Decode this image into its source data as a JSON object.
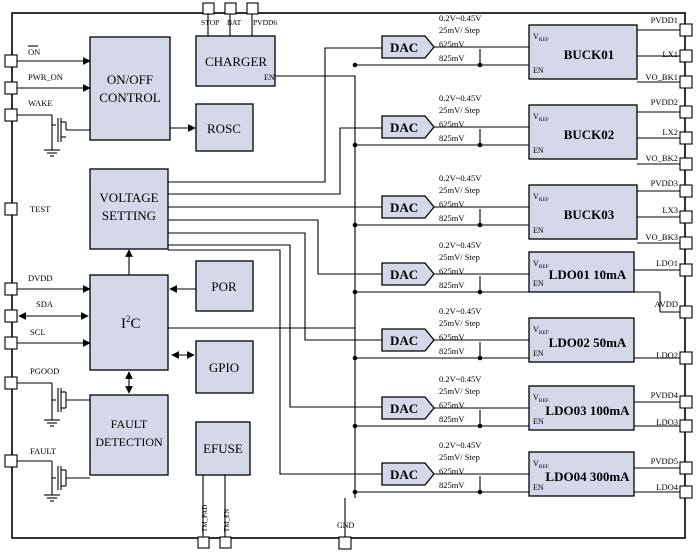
{
  "blocks": {
    "onoff_1": "ON/OFF",
    "onoff_2": "CONTROL",
    "charger": "CHARGER",
    "charger_en": "EN",
    "rosc": "ROSC",
    "vs_1": "VOLTAGE",
    "vs_2": "SETTING",
    "i2c": "I",
    "i2c_sup": "2",
    "i2c_c": "C",
    "por": "POR",
    "gpio": "GPIO",
    "fault_1": "FAULT",
    "fault_2": "DETECTION",
    "efuse": "EFUSE"
  },
  "left_pins": {
    "on": "ON",
    "pwr_on": "PWR_ON",
    "wake": "WAKE",
    "test": "TEST",
    "dvdd": "DVDD",
    "sda": "SDA",
    "scl": "SCL",
    "pgood": "PGOOD",
    "fault": "FAULT"
  },
  "top_pins": {
    "stop": "STOP",
    "bat": "BAT",
    "pvdd6": "PVDD6"
  },
  "bottom_pins": {
    "tm_pad": "TM_PAD",
    "tm_en": "TM_EN",
    "gnd": "GND"
  },
  "dac_label": "DAC",
  "dac_text": {
    "range": "0.2V~0.45V",
    "step": "25mV/ Step",
    "v625": "625mV",
    "v825": "825mV"
  },
  "vref": "V",
  "vref_sub": "REF",
  "en": "EN",
  "regulators": [
    {
      "name": "BUCK01",
      "pins": [
        "PVDD1",
        "LX1",
        "VO_BK1"
      ]
    },
    {
      "name": "BUCK02",
      "pins": [
        "PVDD2",
        "LX2",
        "VO_BK2"
      ]
    },
    {
      "name": "BUCK03",
      "pins": [
        "PVDD3",
        "LX3",
        "VO_BK3"
      ]
    },
    {
      "name": "LDO01 10mA",
      "pins": [
        "LDO1"
      ]
    },
    {
      "name": "LDO02 50mA",
      "pins": [
        "AVDD",
        "LDO2"
      ]
    },
    {
      "name": "LDO03 100mA",
      "pins": [
        "PVDD4",
        "LDO3"
      ]
    },
    {
      "name": "LDO04 300mA",
      "pins": [
        "PVDD5",
        "LDO4"
      ]
    }
  ]
}
